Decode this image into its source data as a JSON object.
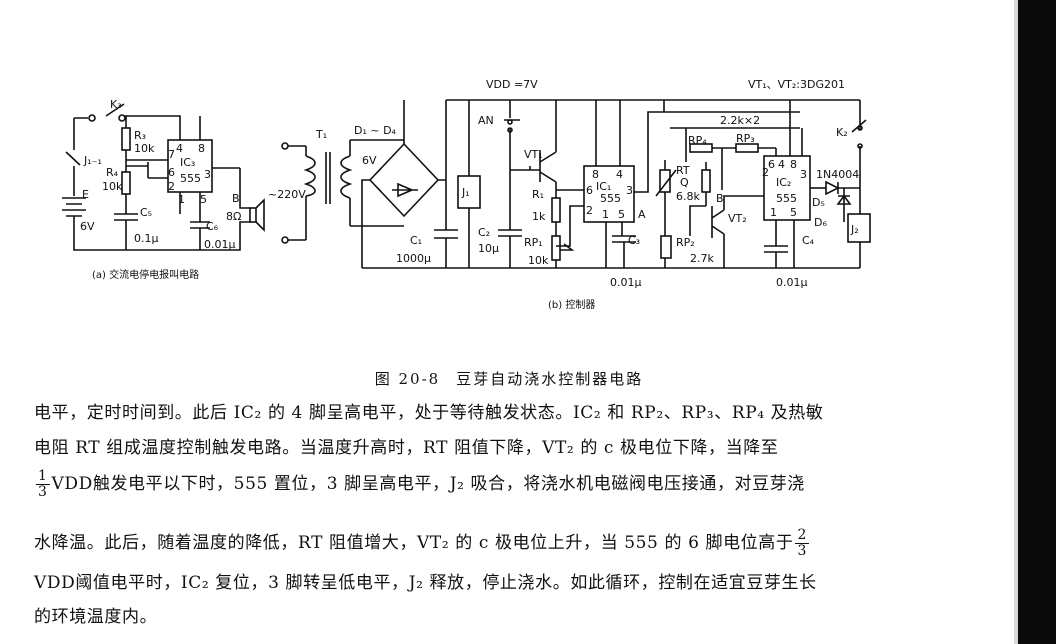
{
  "figure": {
    "labels_a": {
      "k3": "K₃",
      "j11": "J₁₋₁",
      "r3": "R₃",
      "r3v": "10k",
      "r4": "R₄",
      "r4v": "10k",
      "ic3": "IC₃",
      "ic3t": "555",
      "e": "E",
      "ev": "6V",
      "c5": "C₅",
      "c5v": "0.1μ",
      "c6": "C₆",
      "c6v": "0.01μ",
      "b": "B",
      "bv": "8Ω",
      "p7": "7",
      "p6": "6",
      "p2": "2",
      "p4": "4",
      "p8": "8",
      "p3": "3",
      "p1": "1",
      "p5": "5"
    },
    "caption_a": "(a) 交流电停电报叫电路",
    "labels_b": {
      "vdd": "VDD =7V",
      "vt": "VT₁、VT₂:3DG201",
      "ac": "~220V",
      "t1": "T₁",
      "d": "D₁ ~ D₄",
      "sixv": "6V",
      "c1": "C₁",
      "c1v": "1000μ",
      "j1": "J₁",
      "an": "AN",
      "c2": "C₂",
      "c2v": "10μ",
      "vt1": "VT₁",
      "r1": "R₁",
      "r1v": "1k",
      "rp1": "RP₁",
      "rp1v": "10k",
      "ic1": "IC₁",
      "ic1t": "555",
      "pa": "A",
      "c3": "C₃",
      "c3v": "0.01μ",
      "rp4": "RP₄",
      "rp3": "RP₃",
      "x22": "2.2k×2",
      "rt": "RT",
      "q": "Q",
      "rtv": "6.8k",
      "pb": "B",
      "vt2": "VT₂",
      "rp2": "RP₂",
      "rp2v": "2.7k",
      "ic2": "IC₂",
      "ic2t": "555",
      "c4": "C₄",
      "c4v": "0.01μ",
      "k2": "K₂",
      "n4004": "1N4004",
      "d5": "D₅",
      "d6": "D₆",
      "j2": "J₂",
      "i8": "8",
      "i4": "4",
      "i6": "6",
      "i3": "3",
      "i2": "2",
      "i1": "1",
      "i5": "5",
      "t6": "6",
      "t4": "4",
      "t8": "8",
      "t2": "2",
      "t3": "3",
      "t1p": "1",
      "t5": "5"
    },
    "caption_b": "(b) 控制器"
  },
  "caption": {
    "number": "图 20-8",
    "title": "豆芽自动浇水控制器电路"
  },
  "body": {
    "line1": "电平，定时时间到。此后 IC₂ 的 4 脚呈高电平，处于等待触发状态。IC₂ 和 RP₂、RP₃、RP₄ 及热敏",
    "line2": "电阻 RT 组成温度控制触发电路。当温度升高时，RT 阻值下降，VT₂ 的 c 极电位下降，当降至",
    "frac1_num": "1",
    "frac1_den": "3",
    "line3": "VDD触发电平以下时，555 置位，3 脚呈高电平，J₂ 吸合，将浇水机电磁阀电压接通，对豆芽浇",
    "line4": "水降温。此后，随着温度的降低，RT 阻值增大，VT₂ 的 c 极电位上升，当 555 的 6 脚电位高于",
    "frac2_num": "2",
    "frac2_den": "3",
    "line5": "VDD阈值电平时，IC₂ 复位，3 脚转呈低电平，J₂ 释放，停止浇水。如此循环，控制在适宜豆芽生长",
    "line6": "的环境温度内。"
  }
}
